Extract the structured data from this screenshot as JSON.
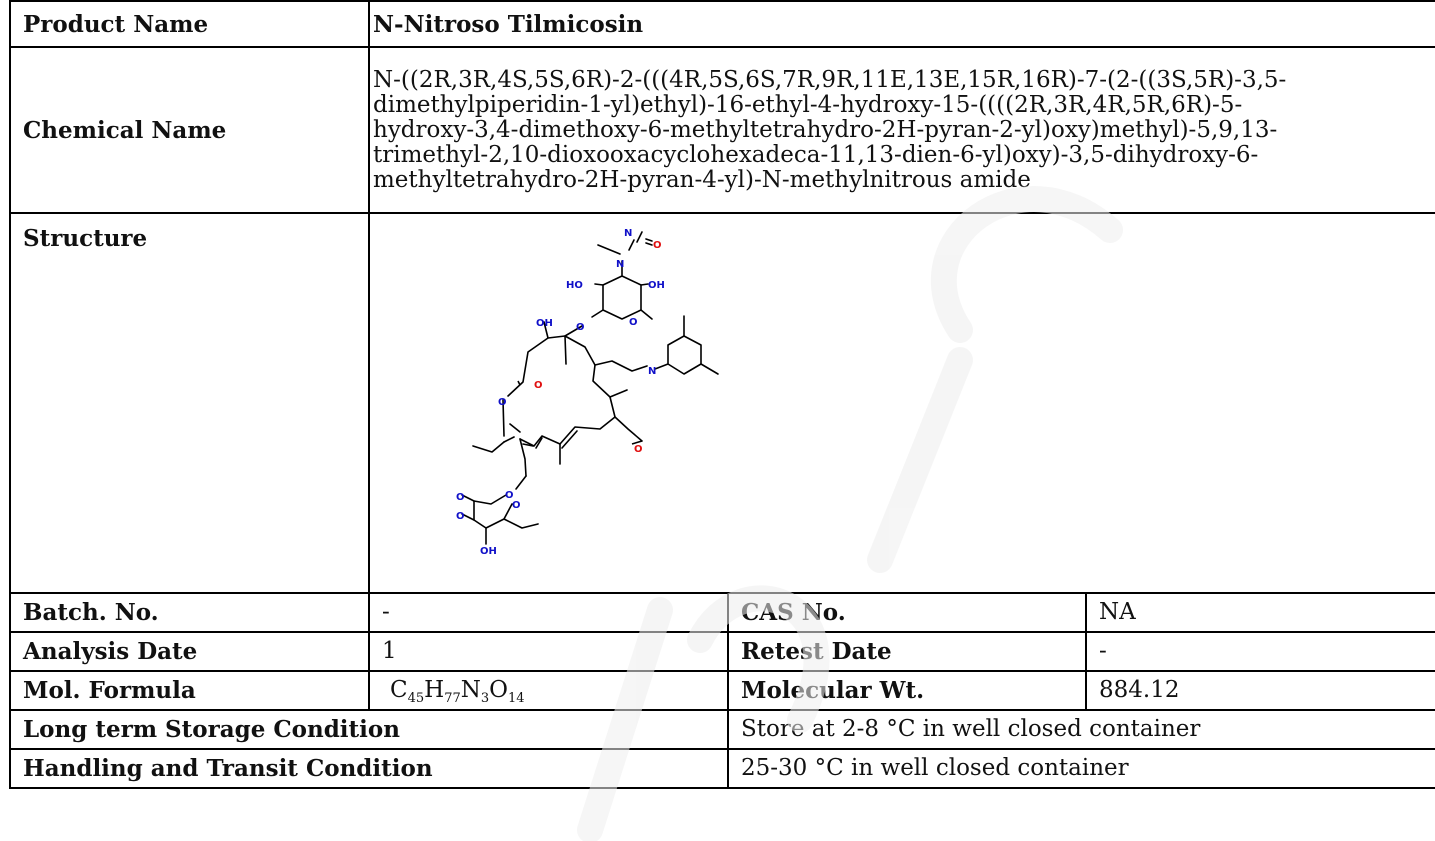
{
  "rows": {
    "product_name": {
      "label": "Product Name",
      "value": "N-Nitroso Tilmicosin"
    },
    "chemical_name": {
      "label": "Chemical Name",
      "lines": [
        "N-((2R,3R,4S,5S,6R)-2-(((4R,5S,6S,7R,9R,11E,13E,15R,16R)-7-(2-((3S,5R)-3,5-",
        "dimethylpiperidin-1-yl)ethyl)-16-ethyl-4-hydroxy-15-((((2R,3R,4R,5R,6R)-5-",
        "hydroxy-3,4-dimethoxy-6-methyltetrahydro-2H-pyran-2-yl)oxy)methyl)-5,9,13-",
        "trimethyl-2,10-dioxooxacyclohexadeca-11,13-dien-6-yl)oxy)-3,5-dihydroxy-6-",
        "methyltetrahydro-2H-pyran-4-yl)-N-methylnitrous amide"
      ]
    },
    "structure": {
      "label": "Structure",
      "atom_labels": {
        "n": "N",
        "o": "O",
        "ho": "HO",
        "oh": "OH"
      }
    },
    "batch": {
      "label": "Batch. No.",
      "value": "-",
      "label2": "CAS No.",
      "value2": "NA"
    },
    "analysis": {
      "label": "Analysis Date",
      "value": "1",
      "label2": "Retest Date",
      "value2": "-"
    },
    "formula": {
      "label": "Mol. Formula",
      "parts": [
        {
          "el": "C",
          "n": "45"
        },
        {
          "el": "H",
          "n": "77"
        },
        {
          "el": "N",
          "n": "3"
        },
        {
          "el": "O",
          "n": "14"
        }
      ],
      "label2": "Molecular Wt.",
      "value2": "884.12"
    },
    "storage": {
      "label": "Long term Storage Condition",
      "value": "Store at 2-8 °C in well closed container"
    },
    "handling": {
      "label": "Handling and Transit Condition",
      "value": "25-30 °C in well closed container"
    }
  },
  "colors": {
    "nitrogen": "#1010c8",
    "oxygen": "#e01010",
    "watermark": "#eeeeee"
  }
}
